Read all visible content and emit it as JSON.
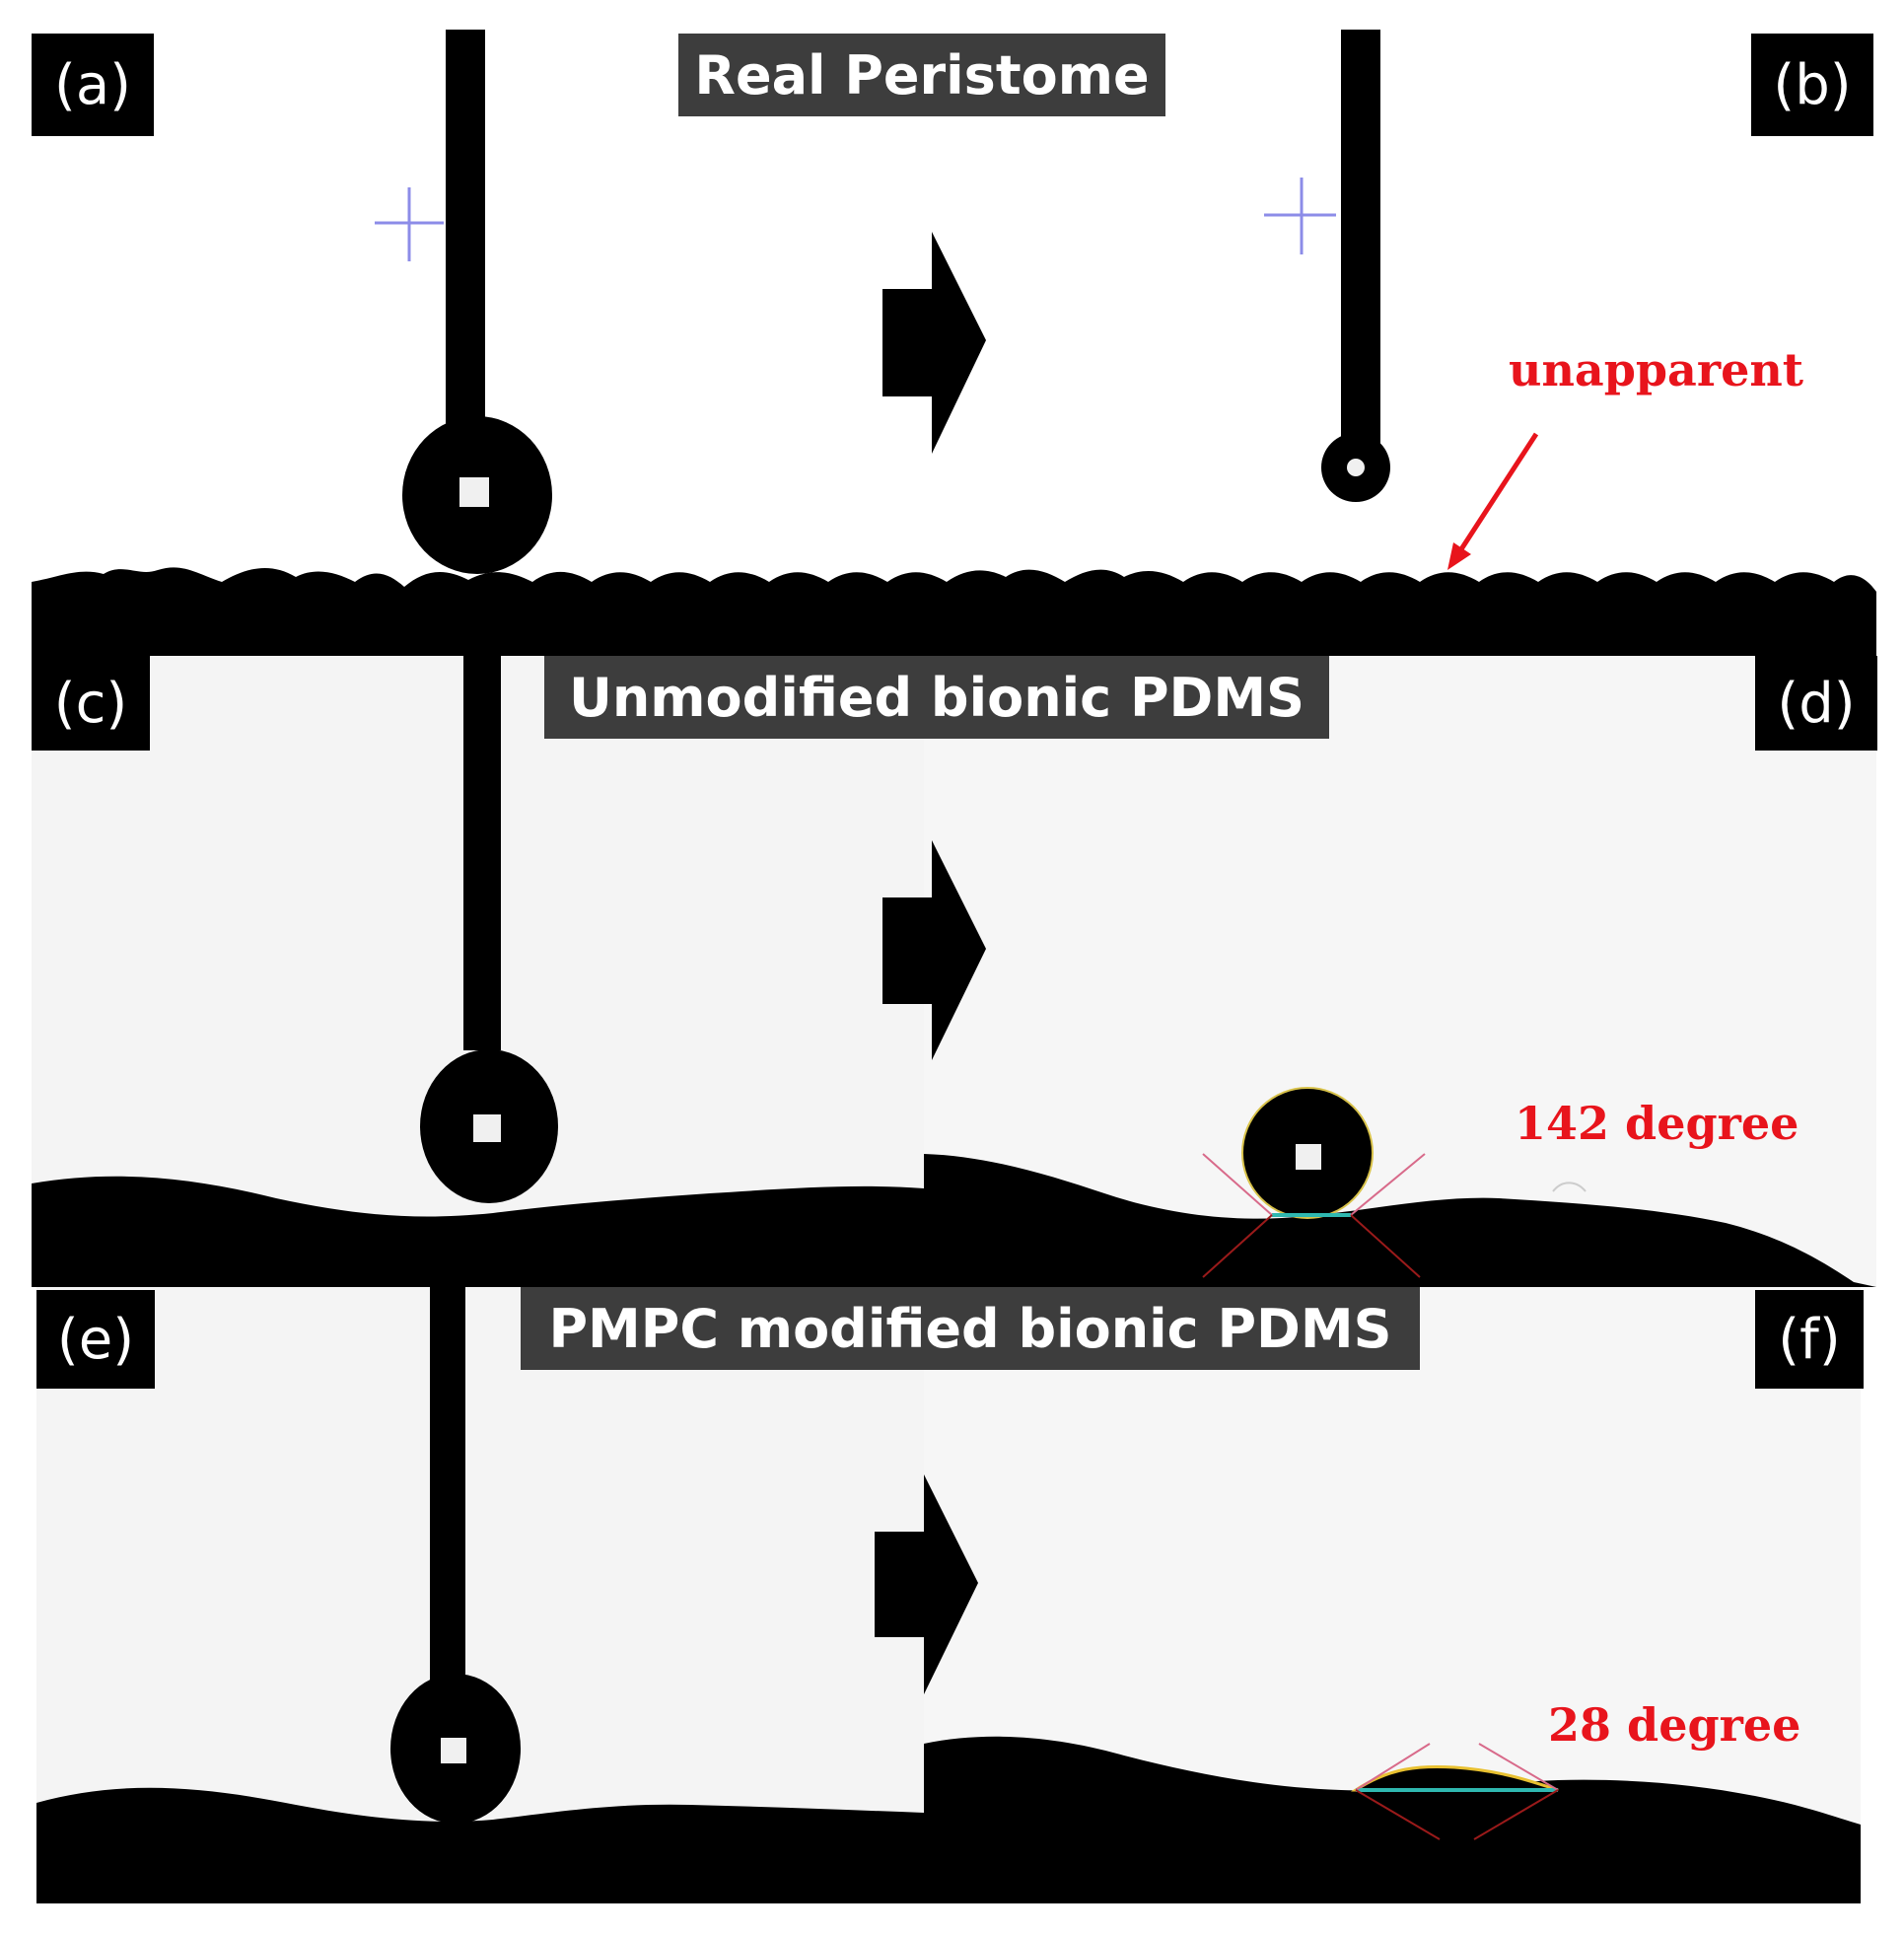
{
  "panels": {
    "a": "(a)",
    "b": "(b)",
    "c": "(c)",
    "d": "(d)",
    "e": "(e)",
    "f": "(f)"
  },
  "rows": {
    "row1_title": "Real Peristome",
    "row2_title": "Unmodified bionic PDMS",
    "row3_title": "PMPC modified bionic PDMS"
  },
  "annotations": {
    "unapparent": "unapparent",
    "angle_d": "142 degree",
    "angle_f": "28 degree"
  },
  "colors": {
    "label_bg": "#000000",
    "title_bg": "#3d3d3d",
    "annotation_red": "#e8141c",
    "background_gray": "#f4f4f4"
  }
}
